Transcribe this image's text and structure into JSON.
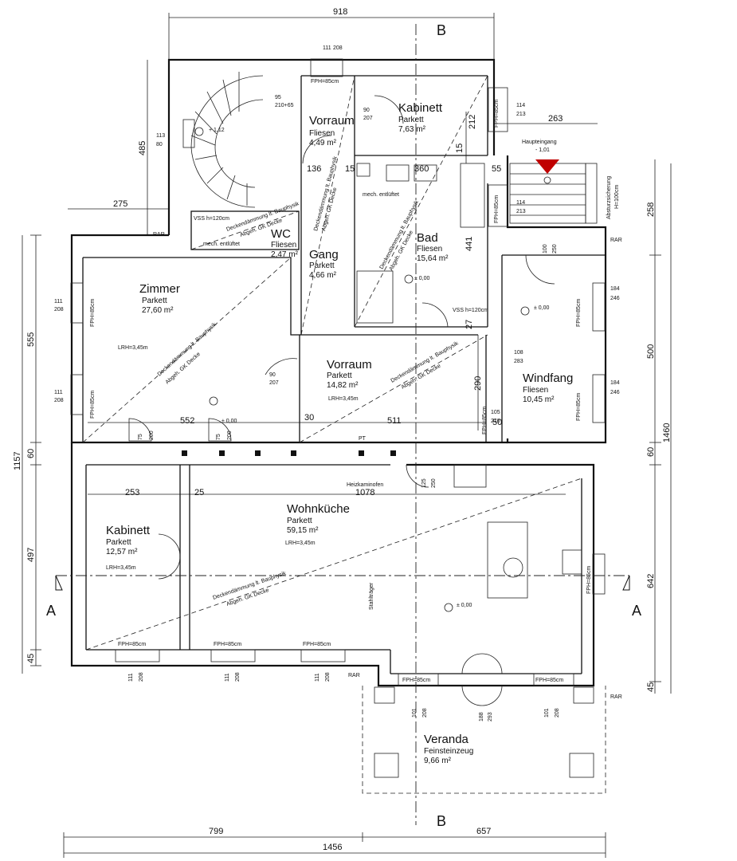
{
  "rooms": {
    "vorraum_top": {
      "name": "Vorraum",
      "floor": "Fliesen",
      "area": "4,49 m²"
    },
    "kabinett_top": {
      "name": "Kabinett",
      "floor": "Parkett",
      "area": "7,63 m²"
    },
    "wc": {
      "name": "WC",
      "floor": "Fliesen",
      "area": "2,47 m²"
    },
    "gang": {
      "name": "Gang",
      "floor": "Parkett",
      "area": "4,66 m²"
    },
    "bad": {
      "name": "Bad",
      "floor": "Fliesen",
      "area": "15,64 m²"
    },
    "zimmer": {
      "name": "Zimmer",
      "floor": "Parkett",
      "area": "27,60 m²",
      "lrh": "LRH=3,45m"
    },
    "vorraum_mid": {
      "name": "Vorraum",
      "floor": "Parkett",
      "area": "14,82 m²",
      "lrh": "LRH=3,45m"
    },
    "windfang": {
      "name": "Windfang",
      "floor": "Fliesen",
      "area": "10,45 m²"
    },
    "kabinett_bottom": {
      "name": "Kabinett",
      "floor": "Parkett",
      "area": "12,57 m²",
      "lrh": "LRH=3,45m"
    },
    "wohnkueche": {
      "name": "Wohnküche",
      "floor": "Parkett",
      "area": "59,15 m²",
      "lrh": "LRH=3,45m"
    },
    "veranda": {
      "name": "Veranda",
      "floor": "Feinsteinzeug",
      "area": "9,66 m²"
    }
  },
  "dimensions": {
    "top": "918",
    "total_bottom": "1456",
    "bottom_left": "799",
    "bottom_right": "657",
    "left_485": "485",
    "left_275": "275",
    "left_555": "555",
    "left_1157": "1157",
    "left_60": "60",
    "left_497": "497",
    "left_45": "45",
    "right_263": "263",
    "right_258": "258",
    "right_500": "500",
    "right_1460": "1460",
    "right_60": "60",
    "right_642": "642",
    "right_45": "45",
    "d_212": "212",
    "d_15a": "15",
    "d_136": "136",
    "d_15b": "15",
    "d_360": "360",
    "d_55": "55",
    "d_441": "441",
    "d_27": "27",
    "d_290": "290",
    "d_50": "50",
    "d_552": "552",
    "d_30": "30",
    "d_511": "511",
    "d_253": "253",
    "d_25": "25",
    "d_1078": "1078"
  },
  "labels": {
    "section_a": "A",
    "section_b": "B",
    "haupteingang": "Haupteingang",
    "haupteingang_level": "- 1,01",
    "level_zero": "± 0,00",
    "level_bad": "± 0,00",
    "stair_level": "+ 1,12",
    "absturz_1": "Absturzsicherung",
    "absturz_2": "H=100cm",
    "rar": "RAR",
    "pt": "PT",
    "heizkamin": "Heizkaminofen",
    "stahltraeger": "Stahlträger",
    "mech_entlueftet": "mech. entlüftet",
    "vss": "VSS h=120cm",
    "deck_1": "Deckendämmung lt. Bauphysik",
    "deck_2": "Abgeh. GK Decke",
    "fph": "FPH=85cm"
  },
  "openings": {
    "w_111_208": [
      "111",
      "208"
    ],
    "w_114_213": [
      "114",
      "213"
    ],
    "w_113_80": [
      "113",
      "80"
    ],
    "w_184_246": [
      "184",
      "246"
    ],
    "w_101_208": [
      "101",
      "208"
    ],
    "d_90_207": [
      "90",
      "207"
    ],
    "d_95_210": [
      "95",
      "210+65"
    ],
    "d_108_283": [
      "108",
      "283"
    ],
    "d_105_210": [
      "105",
      "210"
    ],
    "d_75_200": [
      "75",
      "200"
    ],
    "d_100_250": [
      "100",
      "250"
    ],
    "d_125_250": [
      "125",
      "250"
    ],
    "d_188_293": [
      "188",
      "293"
    ]
  }
}
